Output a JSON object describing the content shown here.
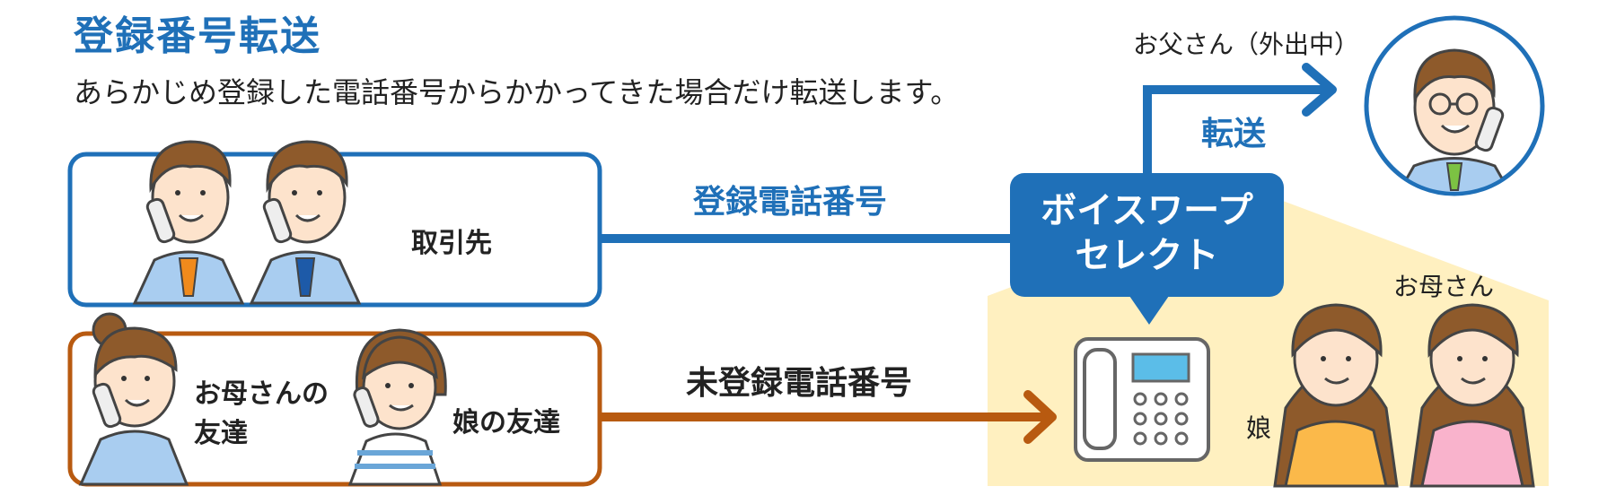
{
  "title": "登録番号転送",
  "subtitle": "あらかじめ登録した電話番号からかかってきた場合だけ転送します。",
  "registered_group": {
    "label": "取引先"
  },
  "unregistered_group": {
    "friend_mother_line1": "お母さんの",
    "friend_mother_line2": "友達",
    "friend_daughter": "娘の友達"
  },
  "lines": {
    "registered": "登録電話番号",
    "unregistered": "未登録電話番号",
    "forward": "転送"
  },
  "device": {
    "line1": "ボイスワープ",
    "line2": "セレクト"
  },
  "people": {
    "father": "お父さん（外出中）",
    "mother": "お母さん",
    "daughter": "娘"
  },
  "colors": {
    "blue": "#1f70b8",
    "orange": "#b85a10",
    "home_bg": "#fff0c0"
  }
}
